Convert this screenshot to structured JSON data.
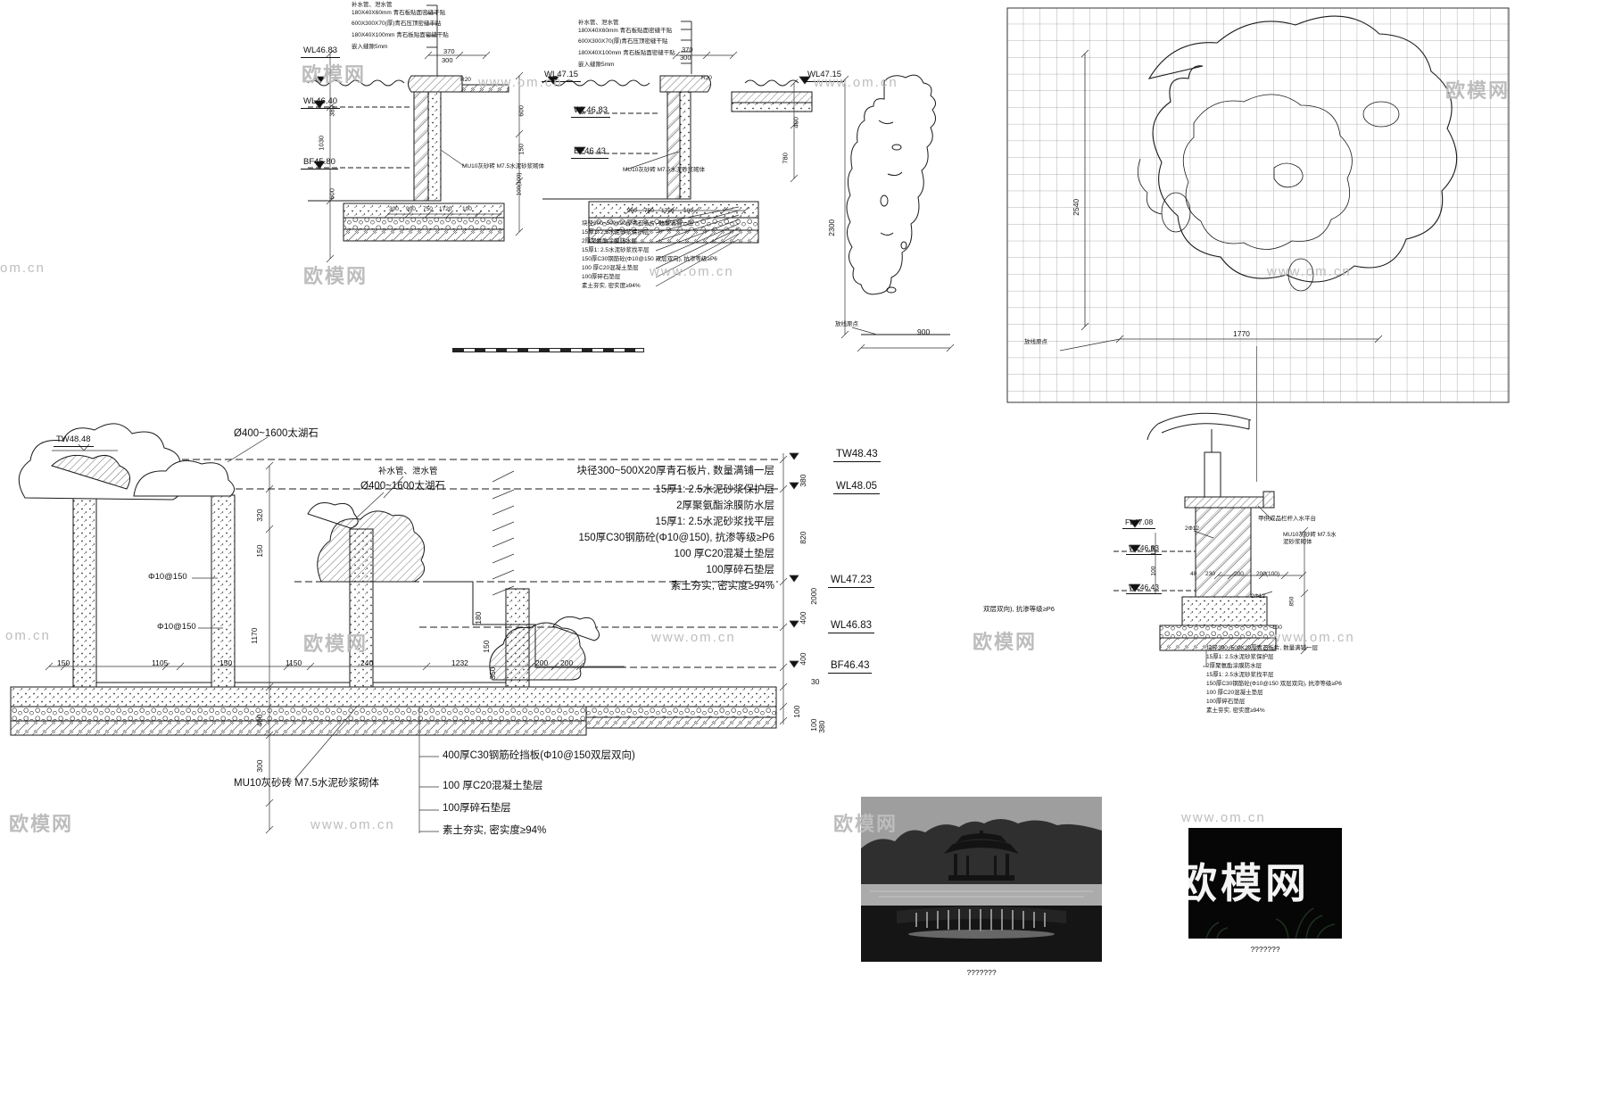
{
  "watermark": {
    "brand": "欧模网",
    "site": "www.om.cn",
    "partial": "om.cn"
  },
  "shared": {
    "callouts": [
      "补水管、泄水管",
      "180X40X60mm 青石板贴面密缝干贴",
      "600X300X70(厚)青石压顶密缝干贴",
      "180X40X100mm 青石板贴面密缝干贴",
      "嵌入缝隙5mm"
    ],
    "masonry_note": "MU10灰砂砖 M7.5水泥砂浆砌体",
    "layers": [
      "块径300~500X20厚青石板片, 数量满铺一层",
      "15厚1: 2.5水泥砂浆保护层",
      "2厚聚氨酯涂膜防水层",
      "15厚1: 2.5水泥砂浆找平层",
      "150厚C30钢筋砼(Φ10@150 双层双向), 抗渗等级≥P6",
      "100 厚C20混凝土垫层",
      "100厚碎石垫层",
      "素土夯实, 密实度≥94%"
    ]
  },
  "detail_a": {
    "levels": [
      "WL46.83",
      "WL46.40",
      "BF45.80"
    ],
    "radius": "R20",
    "dims_top": [
      "370",
      "300"
    ],
    "dims_left": [
      "1030",
      "380",
      "600"
    ],
    "dims_right": [
      "600",
      "150",
      "100(100)"
    ],
    "dims_bottom": [
      "300",
      "900",
      "750",
      "1720",
      "100"
    ]
  },
  "detail_b": {
    "levels_left": [
      "WL47.15",
      "WL46.83",
      "BF46.43"
    ],
    "level_right": "WL47.15",
    "radius": "R20",
    "dims_top": [
      "370",
      "300"
    ],
    "dims_right": [
      "400",
      "780"
    ],
    "dims_bottom": [
      "900",
      "750",
      "1720",
      "100"
    ]
  },
  "stone_elevation": {
    "dim_height": "2300",
    "dim_width": "900",
    "origin": "放线原点"
  },
  "grid_plan": {
    "dim_height": "2540",
    "dim_width": "1770",
    "origin": "放线原点"
  },
  "main_section": {
    "tw_left": "TW48.48",
    "stone_label": "Ø400~1600太湖石",
    "supply_note": "补水管、泄水管",
    "layers": [
      "块径300~500X20厚青石板片, 数量满铺一层",
      "15厚1: 2.5水泥砂浆保护层",
      "2厚聚氨酯涂膜防水层",
      "15厚1: 2.5水泥砂浆找平层",
      "150厚C30钢筋砼(Φ10@150), 抗渗等级≥P6",
      "100 厚C20混凝土垫层",
      "100厚碎石垫层",
      "素土夯实, 密实度≥94%"
    ],
    "levels": [
      "TW48.43",
      "WL48.05",
      "WL47.23",
      "WL46.83",
      "BF46.43"
    ],
    "dims_right": [
      "380",
      "820",
      "2000",
      "400",
      "400",
      "30",
      "100",
      "100",
      "380"
    ],
    "rebar": "Φ10@150",
    "dims_inner": [
      "320",
      "150",
      "1170",
      "180",
      "150",
      "350",
      "400",
      "300"
    ],
    "dims_bottom": [
      "150",
      "1105",
      "150",
      "1150",
      "240",
      "1232",
      "200",
      "200"
    ],
    "notes_bottom": [
      "MU10灰砂砖 M7.5水泥砂浆砌体",
      "400厚C30钢筋砼挡板(Φ10@150双层双向)",
      "100 厚C20混凝土垫层",
      "100厚碎石垫层",
      "素土夯实, 密实度≥94%"
    ]
  },
  "right_detail": {
    "fl": "FL47.08",
    "wl_upper": "WL46.83",
    "wl_lower": "WL46.43",
    "rebar": "2Φ12",
    "railing_note": "甲供成品栏杆入水平台",
    "fragment": "双层双向), 抗渗等级≥P6",
    "dims": [
      "150",
      "100",
      "40",
      "230",
      "200",
      "200(100)",
      "850",
      "100"
    ]
  },
  "photos": {
    "caption1": "???????",
    "caption2": "???????",
    "logo": "欧模网"
  }
}
